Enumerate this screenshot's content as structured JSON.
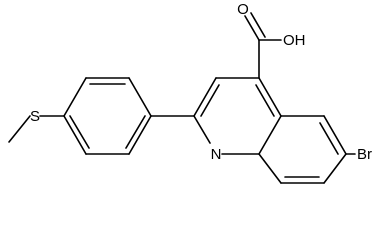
{
  "atoms": {
    "S": "S",
    "N": "N",
    "Br": "Br",
    "COOH_O": "O",
    "COOH_OH": "OH"
  },
  "colors": {
    "bond": "#000000",
    "background": "#ffffff"
  }
}
